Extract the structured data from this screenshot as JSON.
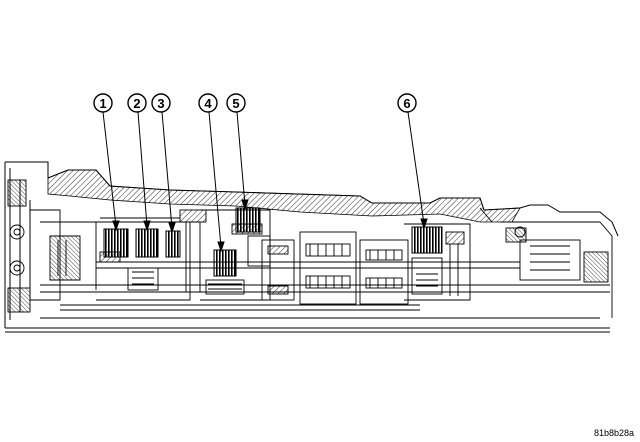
{
  "callouts": [
    {
      "label": "1"
    },
    {
      "label": "2"
    },
    {
      "label": "3"
    },
    {
      "label": "4"
    },
    {
      "label": "5"
    },
    {
      "label": "6"
    }
  ],
  "figure_id": "81b8b28a"
}
